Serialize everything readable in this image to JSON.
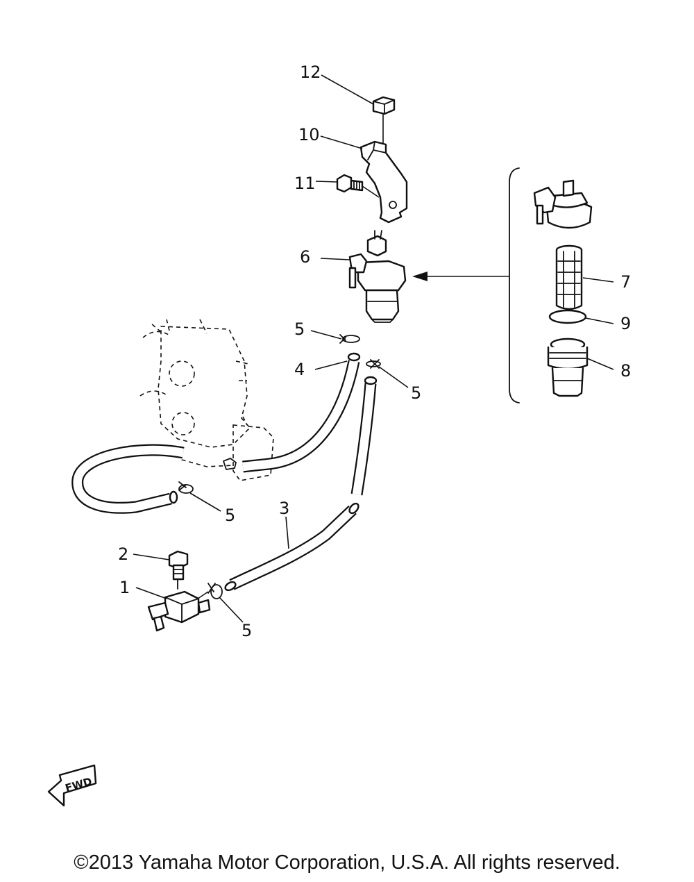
{
  "callouts": {
    "c1": "1",
    "c2": "2",
    "c3": "3",
    "c4": "4",
    "c5a": "5",
    "c5b": "5",
    "c5c": "5",
    "c5d": "5",
    "c6": "6",
    "c7": "7",
    "c8": "8",
    "c9": "9",
    "c10": "10",
    "c11": "11",
    "c12": "12"
  },
  "fwd_label": "FWD",
  "copyright": "©2013 Yamaha Motor Corporation, U.S.A. All rights reserved."
}
